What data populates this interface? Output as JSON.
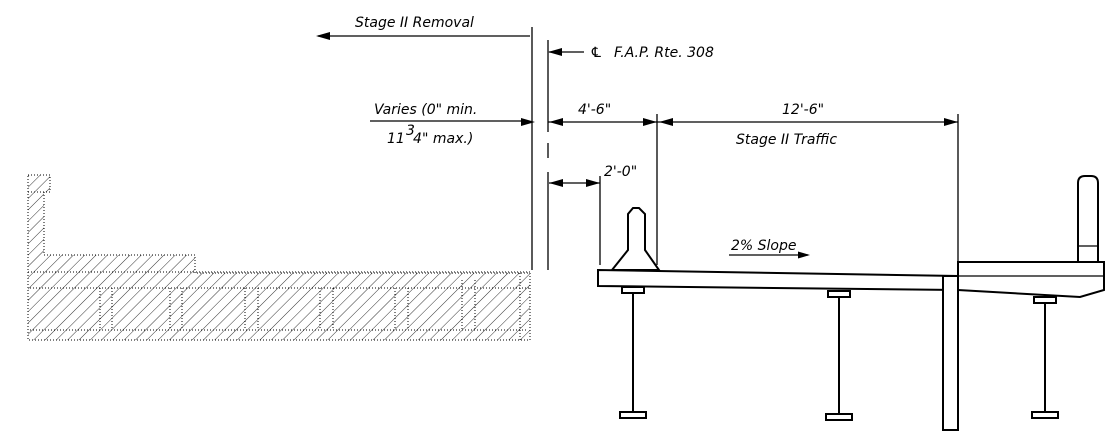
{
  "labels": {
    "stage_ii_removal": "Stage II Removal",
    "centerline_symbol": "℄",
    "route": "F.A.P. Rte. 308",
    "varies_line1": "Varies (0\" min.",
    "varies_line2_prefix": "11",
    "varies_line2_super": "3",
    "varies_line2_sub": "4",
    "varies_line2_suffix": "\" max.)",
    "dim_4_6": "4'-6\"",
    "dim_12_6": "12'-6\"",
    "stage_ii_traffic": "Stage II Traffic",
    "dim_2_0": "2'-0\"",
    "slope": "2% Slope"
  },
  "colors": {
    "ink": "#000000",
    "background": "#ffffff"
  }
}
